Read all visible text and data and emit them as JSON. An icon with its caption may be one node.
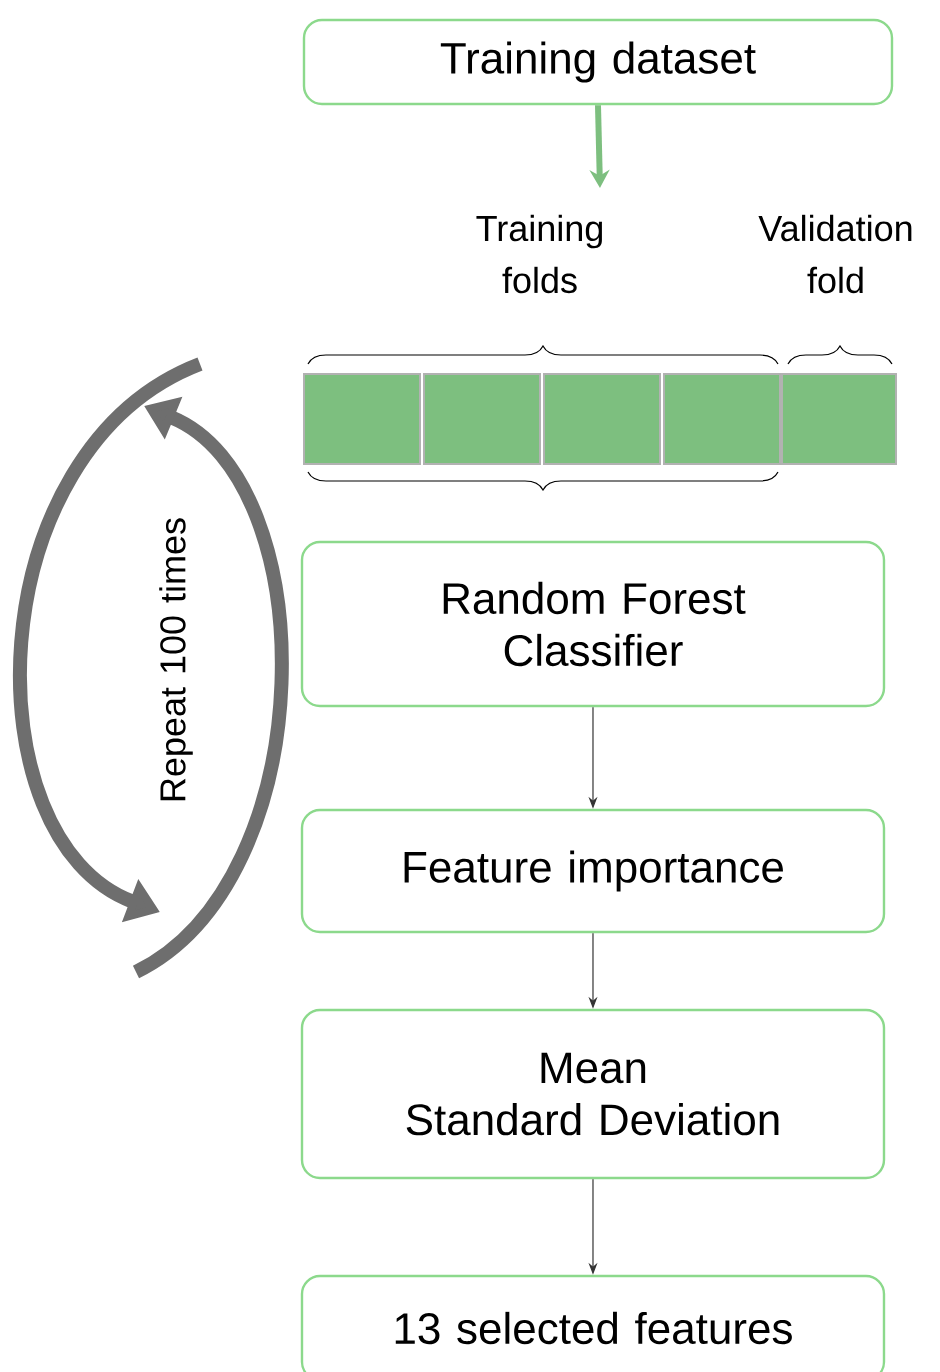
{
  "diagram": {
    "nodes": [
      {
        "text": [
          "Training dataset"
        ]
      },
      {
        "text": [],
        "shape": "box"
      },
      {
        "text": [],
        "shape": "box"
      },
      {
        "text": [],
        "shape": "box"
      },
      {
        "text": [],
        "shape": "box"
      },
      {
        "text": [],
        "shape": "box"
      },
      {
        "text": [
          "Random Forest Classifier"
        ]
      },
      {
        "text": [
          "Feature importance"
        ]
      },
      {
        "text": [
          "Mean",
          "Standard Deviation"
        ]
      },
      {
        "text": [
          "13 selected features"
        ]
      }
    ],
    "edges": [
      {
        "from": 0,
        "to": null,
        "arrow": "to",
        "style": "thick",
        "color": "#7dbf7f"
      },
      {
        "from": 6,
        "to": 7,
        "arrow": "to"
      },
      {
        "from": 7,
        "to": 8,
        "arrow": "to"
      },
      {
        "from": 8,
        "to": 9,
        "arrow": "to"
      }
    ],
    "labels": [
      "Training folds",
      "Validation fold",
      "Repeat 100 times"
    ]
  }
}
